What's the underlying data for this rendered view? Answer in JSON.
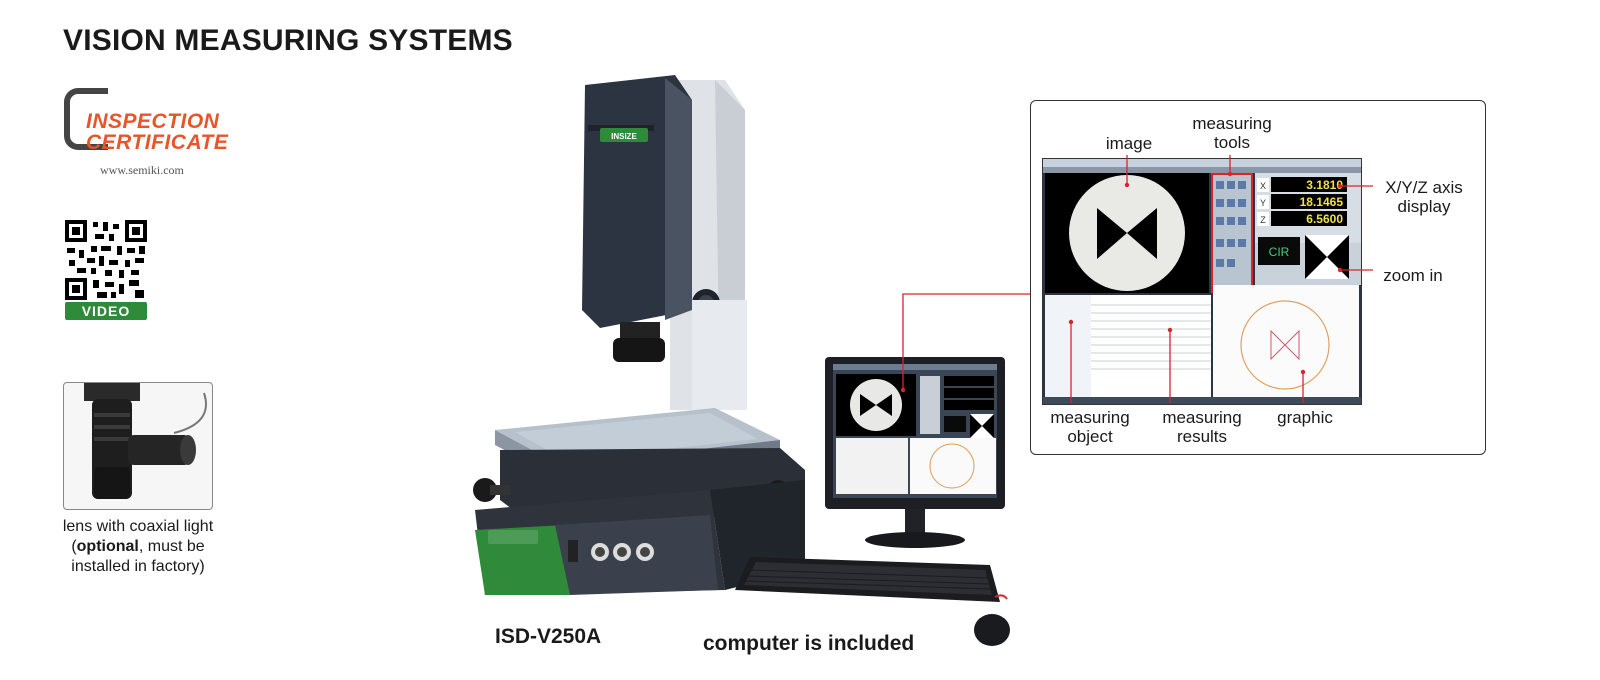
{
  "header": {
    "title": "VISION MEASURING SYSTEMS"
  },
  "certificate": {
    "line1": "INSPECTION",
    "line2": "CERTIFICATE",
    "url": "www.semiki.com"
  },
  "qr": {
    "badge": "VIDEO"
  },
  "lens": {
    "caption_before": "lens with coaxial light (",
    "caption_bold": "optional",
    "caption_after": ", must be installed in factory)"
  },
  "machine": {
    "model": "ISD-V250A",
    "brand": "INSIZE"
  },
  "computer": {
    "label": "computer is included"
  },
  "software": {
    "readouts": [
      "3.1810",
      "18.1465",
      "6.5600"
    ],
    "axes": [
      "X",
      "Y",
      "Z"
    ],
    "tool_text": "CIR"
  },
  "callouts": {
    "image": "image",
    "measuring_tools": "measuring tools",
    "xyz": "X/Y/Z axis display",
    "zoom": "zoom in",
    "measuring_object": "measuring object",
    "measuring_results": "measuring results",
    "graphic": "graphic"
  },
  "colors": {
    "accent": "#e8552a",
    "green": "#2f8a3a",
    "leader": "#d9242b"
  }
}
